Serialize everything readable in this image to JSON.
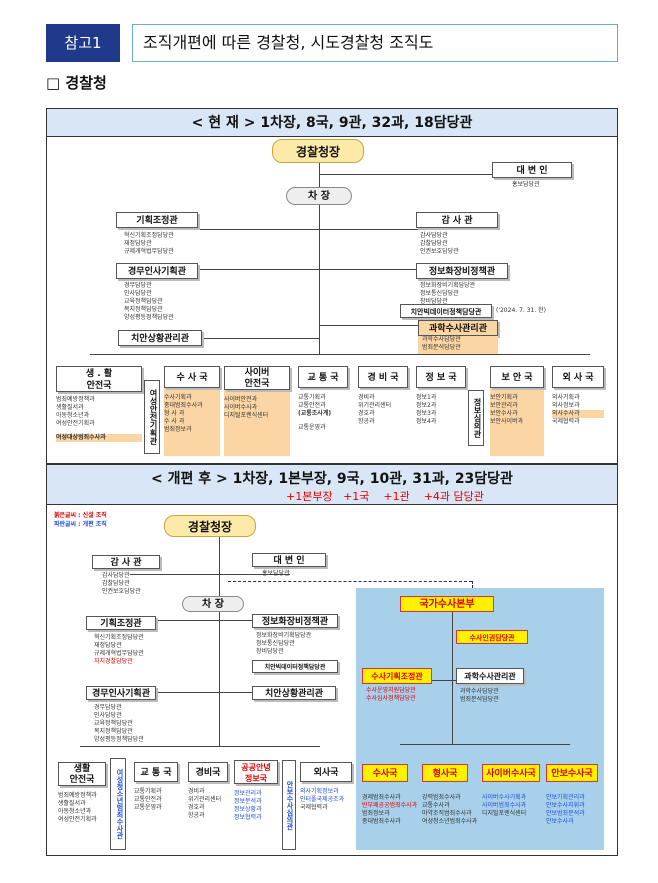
{
  "header": {
    "badge": "참고1",
    "title": "조직개편에 따른 경찰청, 시도경찰청 조직도"
  },
  "section_title": "□ 경찰청",
  "current": {
    "header": "< 현 재 >    1차장, 8국, 9관, 32과, 18담당관",
    "commissioner": "경찰청장",
    "spokesperson": "대 변 인",
    "spokesperson_sub": [
      "홍보담당관"
    ],
    "deputy": "차   장",
    "planning": {
      "label": "기획조정관",
      "sub": [
        "혁신기획조정담당관",
        "재정담당관",
        "규제개혁법무담당관"
      ]
    },
    "inspector": {
      "label": "감 사 관",
      "sub": [
        "감사담당관",
        "감찰담당관",
        "인권보호담당관"
      ]
    },
    "hr": {
      "label": "경무인사기획관",
      "sub": [
        "경무담당관",
        "인사담당관",
        "교육정책담당관",
        "복지정책담당관",
        "양성평등정책담당관"
      ]
    },
    "it": {
      "label": "정보화장비정책관",
      "sub": [
        "정보화장비기획담당관",
        "정보통신담당관",
        "장비담당관"
      ]
    },
    "ai": {
      "label": "치안빅데이터정책담당관",
      "note": "('2024. 7. 31. 한)"
    },
    "forensic": {
      "label": "과학수사관리관",
      "sub": [
        "과학수사담당관",
        "범죄분석담당관"
      ]
    },
    "safety_mgmt": "치안상황관리관",
    "bureaus": [
      {
        "label": "생 . 활\n안전국",
        "sub": [
          "범죄예방정책과",
          "생활질서과",
          "아동청소년과",
          "여성안전기획과"
        ],
        "extra": "여성대상범죄수사과"
      },
      {
        "label": "수 사 국",
        "sub": [
          "수사기획과",
          "중대범죄수사과",
          "형  사  과",
          "수  사  과",
          "범죄정보과"
        ]
      },
      {
        "label": "사이버\n안전국",
        "sub": [
          "사이버안전과",
          "사이버수사과",
          "디지털포렌식센터"
        ]
      },
      {
        "label": "교 통 국",
        "sub": [
          "교통기획과",
          "교통안전과",
          "(교통조사계)",
          "교통운영과"
        ]
      },
      {
        "label": "경 비 국",
        "sub": [
          "경비과",
          "위기관리센터",
          "경호과",
          "항공과"
        ]
      },
      {
        "label": "정 보 국",
        "sub": [
          "정보1과",
          "정보2과",
          "정보3과",
          "정보4과"
        ]
      },
      {
        "label": "보 안 국",
        "sub": [
          "보안기획과",
          "보안관리과",
          "보안수사과",
          "보안사이버과"
        ]
      },
      {
        "label": "외 사 국",
        "sub": [
          "외사기획과",
          "외사정보과",
          "외사수사과",
          "국제협력과"
        ]
      }
    ],
    "women_safety": "여성안전기획관",
    "intel_analysis": "정보심의관"
  },
  "after": {
    "header": "< 개편 후 > 1차장, 1본부장, 9국, 10관, 31과, 23담당관",
    "diff": "+1본부장   +1국    +1관    +4과 담당관",
    "legend_red": "붉은글씨 : 신설 조직",
    "legend_blue": "파란글씨 : 개편 조직",
    "commissioner": "경찰청장",
    "inspector": {
      "label": "감  사  관",
      "sub": [
        "감사담당관",
        "감찰담당관",
        "인권보호담당관"
      ]
    },
    "spokesperson": {
      "label": "대  변  인",
      "sub": [
        "홍보담당관"
      ]
    },
    "deputy": "차   장",
    "planning": {
      "label": "기획조정관",
      "sub": [
        "혁신기획조정담당관",
        "재정담당관",
        "규제개혁법무담당관",
        "자치경찰담당관"
      ]
    },
    "it": {
      "label": "정보화장비정책관",
      "sub": [
        "정보화장비기획담당관",
        "정보통신담당관",
        "장비담당관"
      ]
    },
    "ai": "치안빅데이터정책담당관",
    "hr": {
      "label": "경무인사기획관",
      "sub": [
        "경무담당관",
        "인사담당관",
        "교육정책담당관",
        "복지정책담당관",
        "양성평등정책담당관"
      ]
    },
    "safety_mgmt": "치안상황관리관",
    "bureaus": [
      {
        "label": "생활\n안전국",
        "sub": [
          "범죄예방정책과",
          "생활질서과",
          "아동청소년과",
          "여성안전기획과"
        ]
      },
      {
        "label": "교 통 국",
        "sub": [
          "교통기획과",
          "교통안전과",
          "교통운영과"
        ]
      },
      {
        "label": "경비국",
        "sub": [
          "경비과",
          "위기관리센터",
          "경호과",
          "항공과"
        ]
      },
      {
        "label": "공공안녕\n정보국",
        "sub": [
          "정보관리과",
          "정보분석과",
          "정보상황과",
          "정보협력과"
        ]
      },
      {
        "label": "외사국",
        "sub": [
          "외사기획정보과",
          "인터폴국제공조과",
          "국제협력과"
        ]
      }
    ],
    "women_youth": "여성청소년범죄수사관",
    "security_investigation": "안보수사심의관",
    "nib": {
      "title": "국가수사본부",
      "spokes": "수사인권담당관",
      "plan": {
        "label": "수사기획조정관",
        "sub": [
          "수사운영지원담당관",
          "수사심사정책담당관"
        ]
      },
      "forensic": {
        "label": "과학수사관리관",
        "sub": [
          "과학수사담당관",
          "범죄분석담당관"
        ]
      },
      "bureaus": [
        {
          "label": "수사국",
          "sub": [
            "경제범죄수사과",
            "반부패공공범죄수사과",
            "범죄정보과",
            "중대범죄수사과"
          ]
        },
        {
          "label": "형사국",
          "sub": [
            "강력범죄수사과",
            "교통수사과",
            "마약조직범죄수사과",
            "여성청소년범죄수사과"
          ]
        },
        {
          "label": "사이버수사국",
          "sub": [
            "사이버수사기획과",
            "사이버범죄수사과",
            "디지털포렌식센터"
          ]
        },
        {
          "label": "안보수사국",
          "sub": [
            "안보기획관리과",
            "안보수사지휘과",
            "안보범죄분석과",
            "안보수사과"
          ]
        }
      ]
    }
  }
}
